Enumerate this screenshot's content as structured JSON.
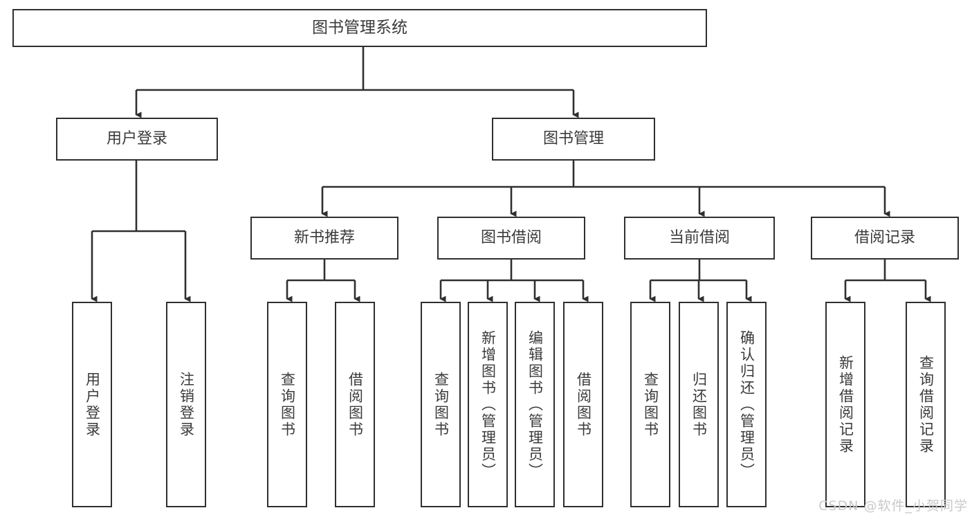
{
  "diagram": {
    "type": "tree-hierarchy",
    "title": "图书管理系统",
    "watermark": "CSDN @软件_小贺同学",
    "colors": {
      "box_border": "#2f2f2f",
      "box_fill": "#ffffff",
      "text": "#3a3a3a",
      "edge": "#2f2f2f",
      "watermark": "#c9c9c9"
    },
    "nodes": {
      "root": {
        "label": "图书管理系统"
      },
      "level2": [
        {
          "label": "用户登录"
        },
        {
          "label": "图书管理"
        }
      ],
      "level3": [
        {
          "label": "新书推荐"
        },
        {
          "label": "图书借阅"
        },
        {
          "label": "当前借阅"
        },
        {
          "label": "借阅记录"
        }
      ],
      "leaves": {
        "user_login": [
          {
            "label": "用户登录"
          },
          {
            "label": "注销登录"
          }
        ],
        "new_book": [
          {
            "label": "查询图书"
          },
          {
            "label": "借阅图书"
          }
        ],
        "borrow_book": [
          {
            "label": "查询图书"
          },
          {
            "label": "新增图书（管理员）"
          },
          {
            "label": "编辑图书（管理员）"
          },
          {
            "label": "借阅图书"
          }
        ],
        "current_borrow": [
          {
            "label": "查询图书"
          },
          {
            "label": "归还图书"
          },
          {
            "label": "确认归还（管理员）"
          }
        ],
        "borrow_record": [
          {
            "label": "新增借阅记录"
          },
          {
            "label": "查询借阅记录"
          }
        ]
      }
    }
  }
}
